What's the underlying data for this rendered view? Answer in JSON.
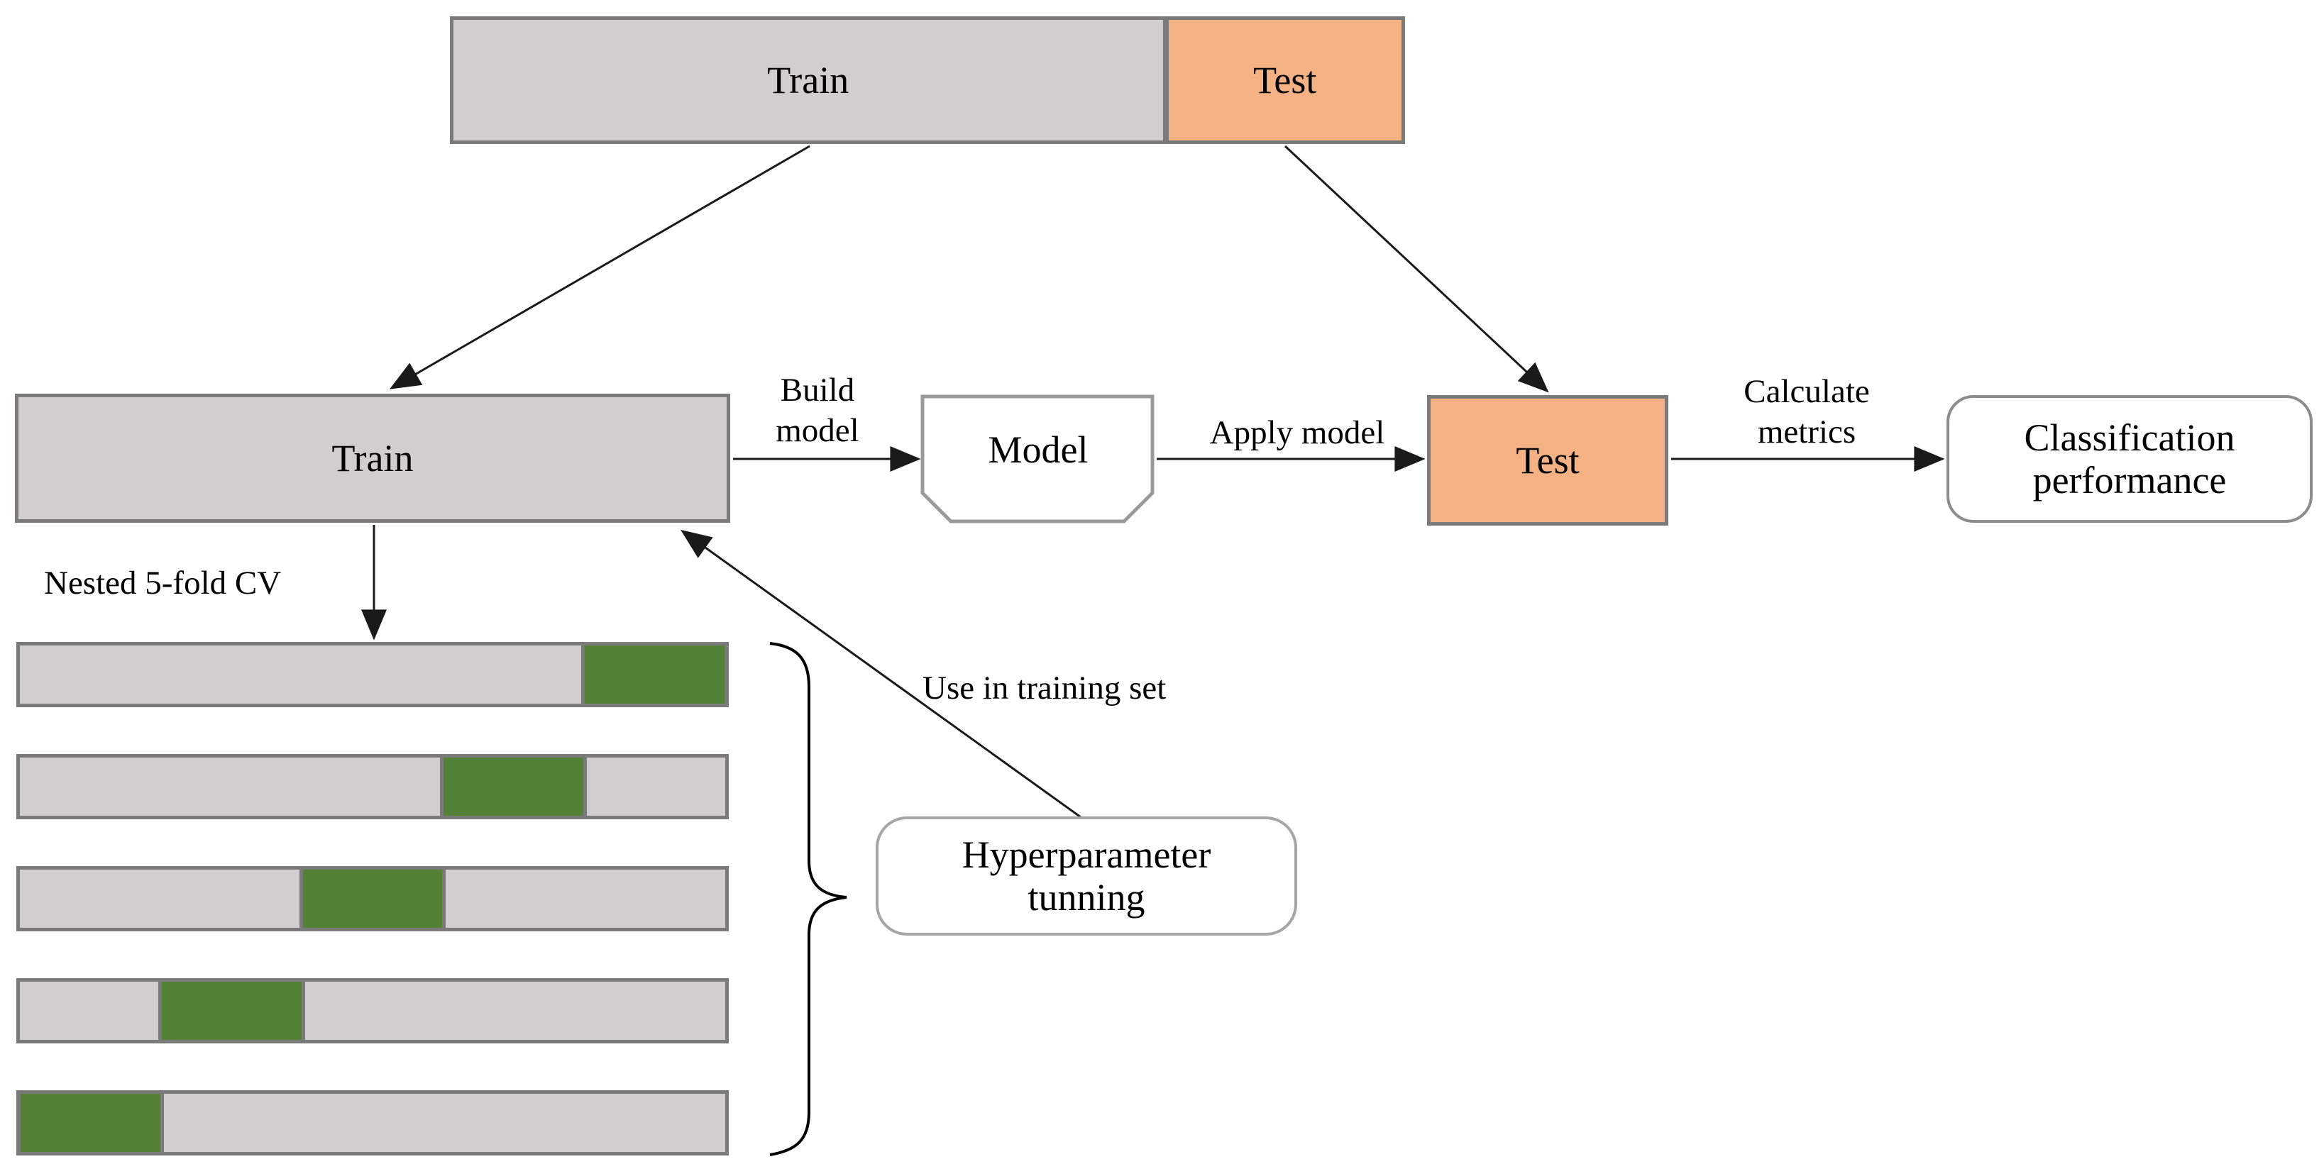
{
  "colors": {
    "gray_fill": "#D0CECE",
    "orange_fill": "#F4B183",
    "green_fill": "#538135",
    "border_gray": "#7A7A7A",
    "border_light": "#A6A6A6",
    "line_black": "#1A1A1A"
  },
  "top_bar": {
    "train": "Train",
    "test": "Test"
  },
  "flow_row": {
    "train": "Train",
    "build_model": [
      "Build",
      "model"
    ],
    "model": "Model",
    "apply_model": "Apply model",
    "test": "Test",
    "calculate_metrics": [
      "Calculate",
      "metrics"
    ],
    "classification": [
      "Classification",
      "performance"
    ]
  },
  "nested_cv": {
    "label": "Nested 5-fold CV",
    "n_folds": 5,
    "fold_test_position": [
      5,
      4,
      3,
      2,
      1
    ]
  },
  "hyperparameter": {
    "arrow_label": "Use in training set",
    "box": [
      "Hyperparameter",
      "tunning"
    ]
  }
}
